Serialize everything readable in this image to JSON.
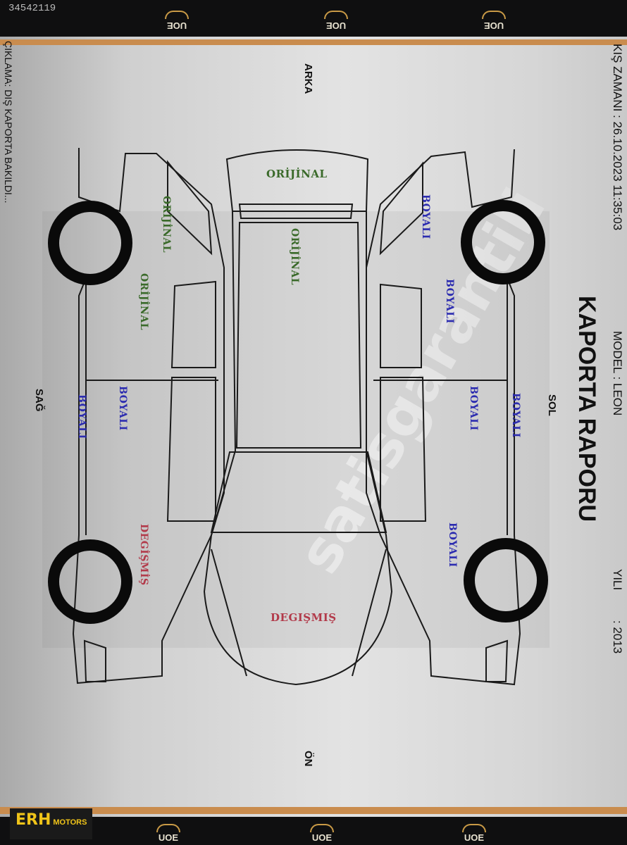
{
  "header": {
    "doc_id_fragment": "34542119",
    "logo_label": "UOE",
    "timestamp_label": "KIŞ ZAMANI",
    "timestamp_value": ": 26.10.2023 11:35:03",
    "model_label": "MODEL",
    "model_value": ": LEON",
    "year_label": "YILI",
    "year_value": ": 2013",
    "description_line": "ÇIKLAMA: DIŞ KAPORTA BAKILDI..."
  },
  "report": {
    "title": "KAPORTA RAPORU",
    "side_left": "SOL",
    "side_right": "SAĞ",
    "rear": "ARKA",
    "front": "ÖN"
  },
  "parts": {
    "rear_bumper": "ORİJİNAL",
    "trunk": "ORİJİNAL",
    "roof_hood": "DEGIŞMIŞ",
    "right_rear_fender": "ORİJİNAL",
    "right_rear_door": "ORİJİNAL",
    "right_front_door": "BOYALI",
    "right_sill": "BOYALI",
    "right_front_fender": "DEGİŞMİŞ",
    "left_rear_fender": "BOYALI",
    "left_rear_door": "BOYALI",
    "left_front_door": "BOYALI",
    "left_sill": "BOYALI",
    "left_front_fender": "BOYALI"
  },
  "watermark": "satisgarantili",
  "footer": {
    "brand_a": "ERH",
    "brand_b": "MOTORS"
  },
  "colors": {
    "stripe": "#c98c4e",
    "original": "#3a6a2a",
    "painted": "#2c2cb0",
    "changed": "#b23a4a",
    "brand": "#f0c419"
  }
}
